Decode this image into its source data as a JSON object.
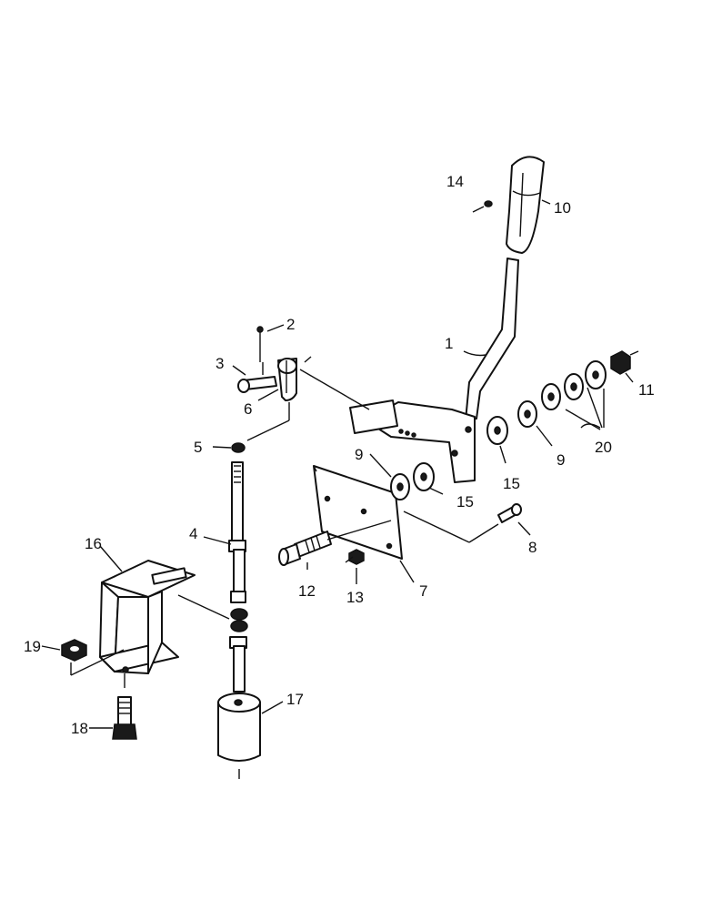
{
  "callouts": [
    {
      "id": "c1",
      "text": "1"
    },
    {
      "id": "c2",
      "text": "2"
    },
    {
      "id": "c3",
      "text": "3"
    },
    {
      "id": "c4",
      "text": "4"
    },
    {
      "id": "c5",
      "text": "5"
    },
    {
      "id": "c6",
      "text": "6"
    },
    {
      "id": "c7",
      "text": "7"
    },
    {
      "id": "c8",
      "text": "8"
    },
    {
      "id": "c9a",
      "text": "9"
    },
    {
      "id": "c9b",
      "text": "9"
    },
    {
      "id": "c10",
      "text": "10"
    },
    {
      "id": "c11",
      "text": "11"
    },
    {
      "id": "c12",
      "text": "12"
    },
    {
      "id": "c13",
      "text": "13"
    },
    {
      "id": "c14",
      "text": "14"
    },
    {
      "id": "c15a",
      "text": "15"
    },
    {
      "id": "c15b",
      "text": "15"
    },
    {
      "id": "c16",
      "text": "16"
    },
    {
      "id": "c17",
      "text": "17"
    },
    {
      "id": "c18",
      "text": "18"
    },
    {
      "id": "c19",
      "text": "19"
    },
    {
      "id": "c20",
      "text": "20"
    }
  ]
}
